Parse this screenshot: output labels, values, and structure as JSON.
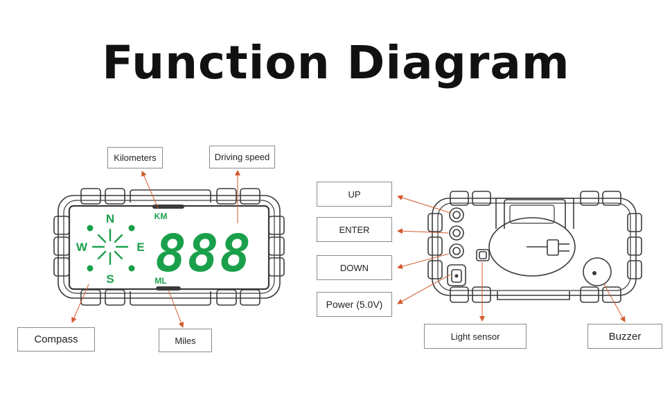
{
  "title": "Function Diagram",
  "front_display": {
    "compass_letters": {
      "n": "N",
      "s": "S",
      "w": "W",
      "e": "E"
    },
    "unit_km": "KM",
    "unit_ml": "ML",
    "speed_digits": "888"
  },
  "labels": {
    "kilometers": "Kilometers",
    "driving_speed": "Driving speed",
    "compass": "Compass",
    "miles": "Miles",
    "up": "UP",
    "enter": "ENTER",
    "down": "DOWN",
    "power": "Power (5.0V)",
    "light_sensor": "Light sensor",
    "buzzer": "Buzzer"
  },
  "colors": {
    "display_green": "#1aa04a",
    "arrow": "#d35a2e",
    "outline": "#3a3a3a"
  }
}
